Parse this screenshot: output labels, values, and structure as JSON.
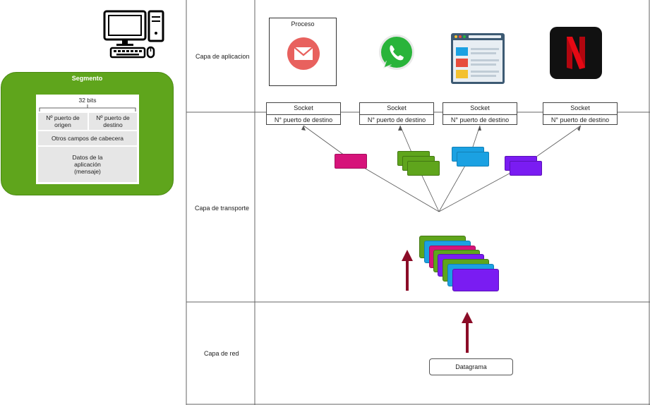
{
  "layers": {
    "application": "Capa de aplicacion",
    "transport": "Capa de transporte",
    "network": "Capa de red"
  },
  "process_label": "Proceso",
  "sockets": [
    {
      "top": "Socket",
      "bottom": "N° puerto de destino"
    },
    {
      "top": "Socket",
      "bottom": "N° puerto de destino"
    },
    {
      "top": "Socket",
      "bottom": "N° puerto de destino"
    },
    {
      "top": "Socket",
      "bottom": "N° puerto de destino"
    }
  ],
  "segment": {
    "title": "Segmento",
    "bits": "32 bits",
    "src_port": "Nº puerto de origen",
    "dst_port": "Nº puerto de destino",
    "other_fields": "Otros campos de cabecera",
    "data": "Datos de la aplicación (mensaje)"
  },
  "datagram": "Datagrama",
  "apps": [
    "mail-icon",
    "whatsapp-icon",
    "browser-icon",
    "netflix-icon"
  ],
  "colors": {
    "pink": "#d6137a",
    "green": "#5fa51c",
    "blue": "#1ba1e2",
    "purple": "#7a1cf2",
    "arrow": "#8b0c27"
  }
}
